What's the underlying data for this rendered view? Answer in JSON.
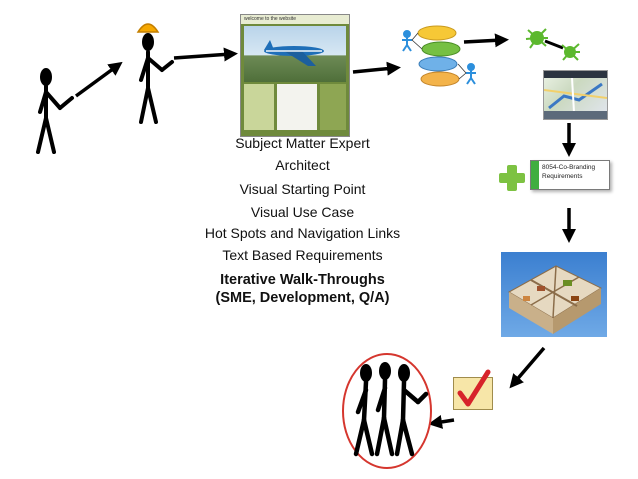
{
  "labels": {
    "sme": "Subject Matter Expert",
    "architect": "Architect",
    "visual_starting_point": "Visual Starting Point",
    "visual_use_case": "Visual Use Case",
    "hot_spots": "Hot Spots and Navigation Links",
    "text_requirements": "Text Based Requirements",
    "walkthroughs_line1": "Iterative Walk-Throughs",
    "walkthroughs_line2": "(SME, Development, Q/A)"
  },
  "requirement_card": {
    "line1": "8054-Co-Branding",
    "line2": "Requirements"
  },
  "website_thumbnail": {
    "header": "welcome to the website"
  },
  "icons": [
    "stick-figure-icon",
    "hard-hat-stick-figure-icon",
    "website-screenshot-icon",
    "use-case-diagram-icon",
    "virus-bug-icon",
    "gps-map-icon",
    "plus-icon",
    "3d-house-floorplan-icon",
    "checkmark-icon",
    "team-group-icon",
    "arrow-icon"
  ],
  "colors": {
    "arrow": "#000000",
    "plus": "#7dc242",
    "bug": "#5cb82e",
    "check": "#d7232a",
    "circle": "#d5362e",
    "card_bar": "#3fae3f"
  }
}
